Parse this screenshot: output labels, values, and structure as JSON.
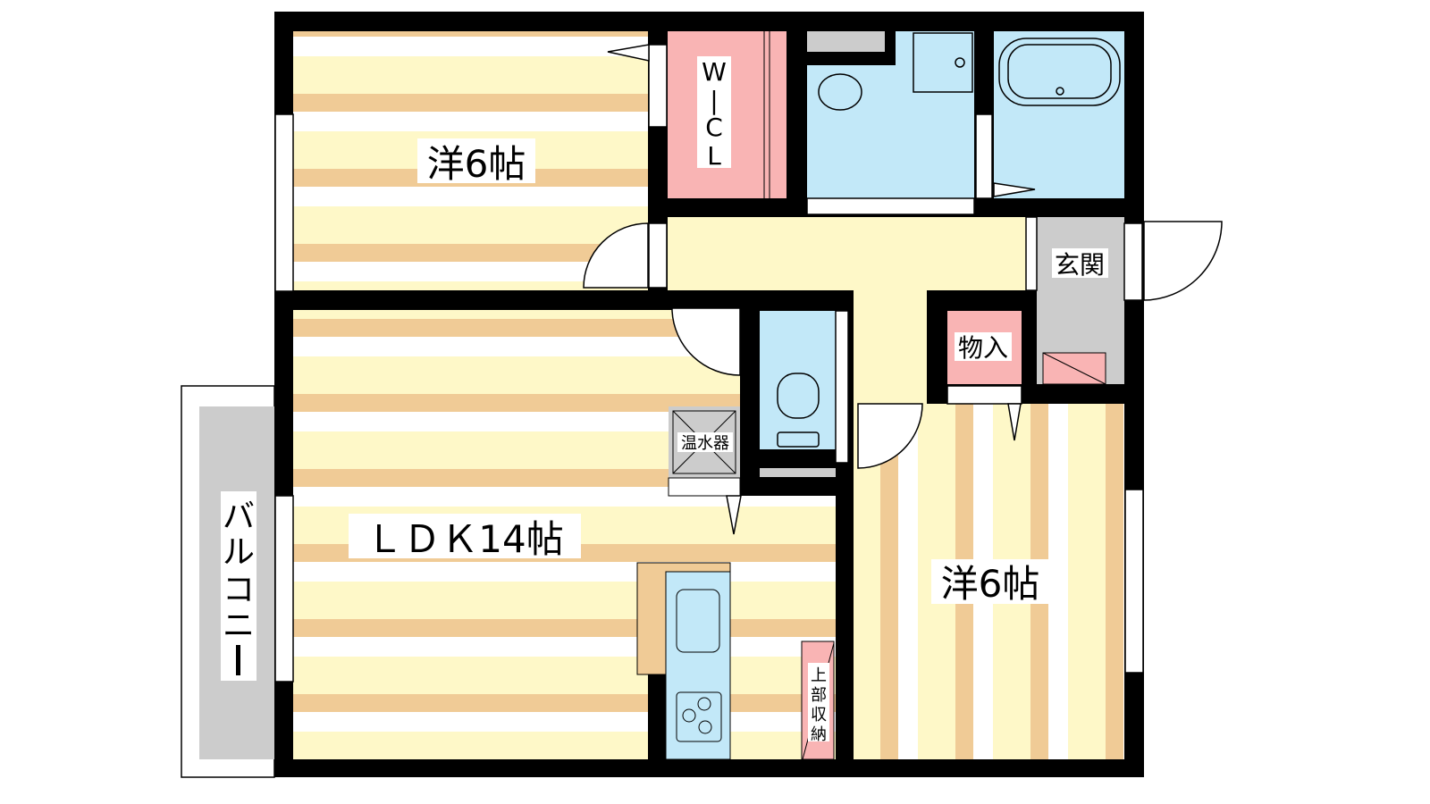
{
  "rooms": {
    "bedroom_north": {
      "label": "洋6帖"
    },
    "ldk": {
      "label": "ＬＤＫ14帖"
    },
    "bedroom_east": {
      "label": "洋6帖"
    },
    "entrance": {
      "label": "玄関"
    },
    "storage": {
      "label": "物入"
    },
    "water_heater": {
      "label": "温水器"
    },
    "walk_in_closet": {
      "label_chars": [
        "W",
        "|",
        "C",
        "L"
      ]
    },
    "upper_storage": {
      "label_chars": [
        "上",
        "部",
        "収",
        "納"
      ]
    },
    "balcony": {
      "label_chars": [
        "バ",
        "ル",
        "コ",
        "ニ",
        "ー"
      ]
    }
  },
  "colors": {
    "wall": "#000000",
    "floor_cream": "#fef8c8",
    "floor_tan": "#f0cb96",
    "wet_area": "#c2e8f8",
    "closet_pink": "#f9b4b4",
    "entrance_gray": "#cccccc"
  }
}
